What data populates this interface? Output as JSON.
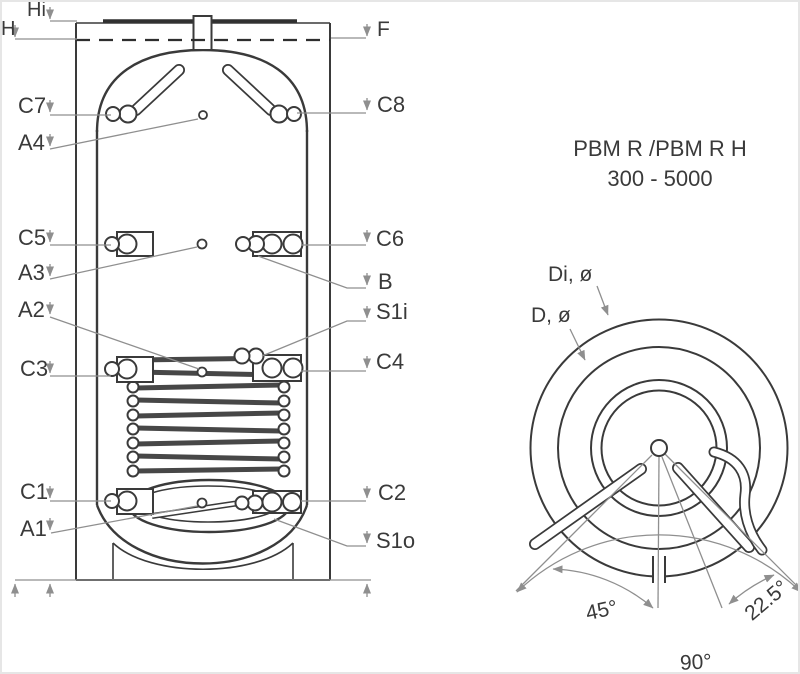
{
  "product": {
    "name": "PBM R /PBM R H",
    "range": "300 - 5000"
  },
  "front_view": {
    "labels": {
      "hi": "Hi",
      "h": "H",
      "f": "F",
      "c7": "C7",
      "c8": "C8",
      "a4": "A4",
      "c5": "C5",
      "a3": "A3",
      "c6": "C6",
      "b": "B",
      "a2": "A2",
      "s1i": "S1i",
      "c3": "C3",
      "c4": "C4",
      "c1": "C1",
      "a1": "A1",
      "c2": "C2",
      "s1o": "S1o"
    }
  },
  "top_view": {
    "labels": {
      "inner_diameter": "Di, ø",
      "outer_diameter": "D, ø",
      "angle_45": "45°",
      "angle_225": "22.5°",
      "angle_90": "90°"
    }
  },
  "colors": {
    "line": "#3a3a3a",
    "leader": "#8f8f8f",
    "text": "#3a3a3a"
  }
}
